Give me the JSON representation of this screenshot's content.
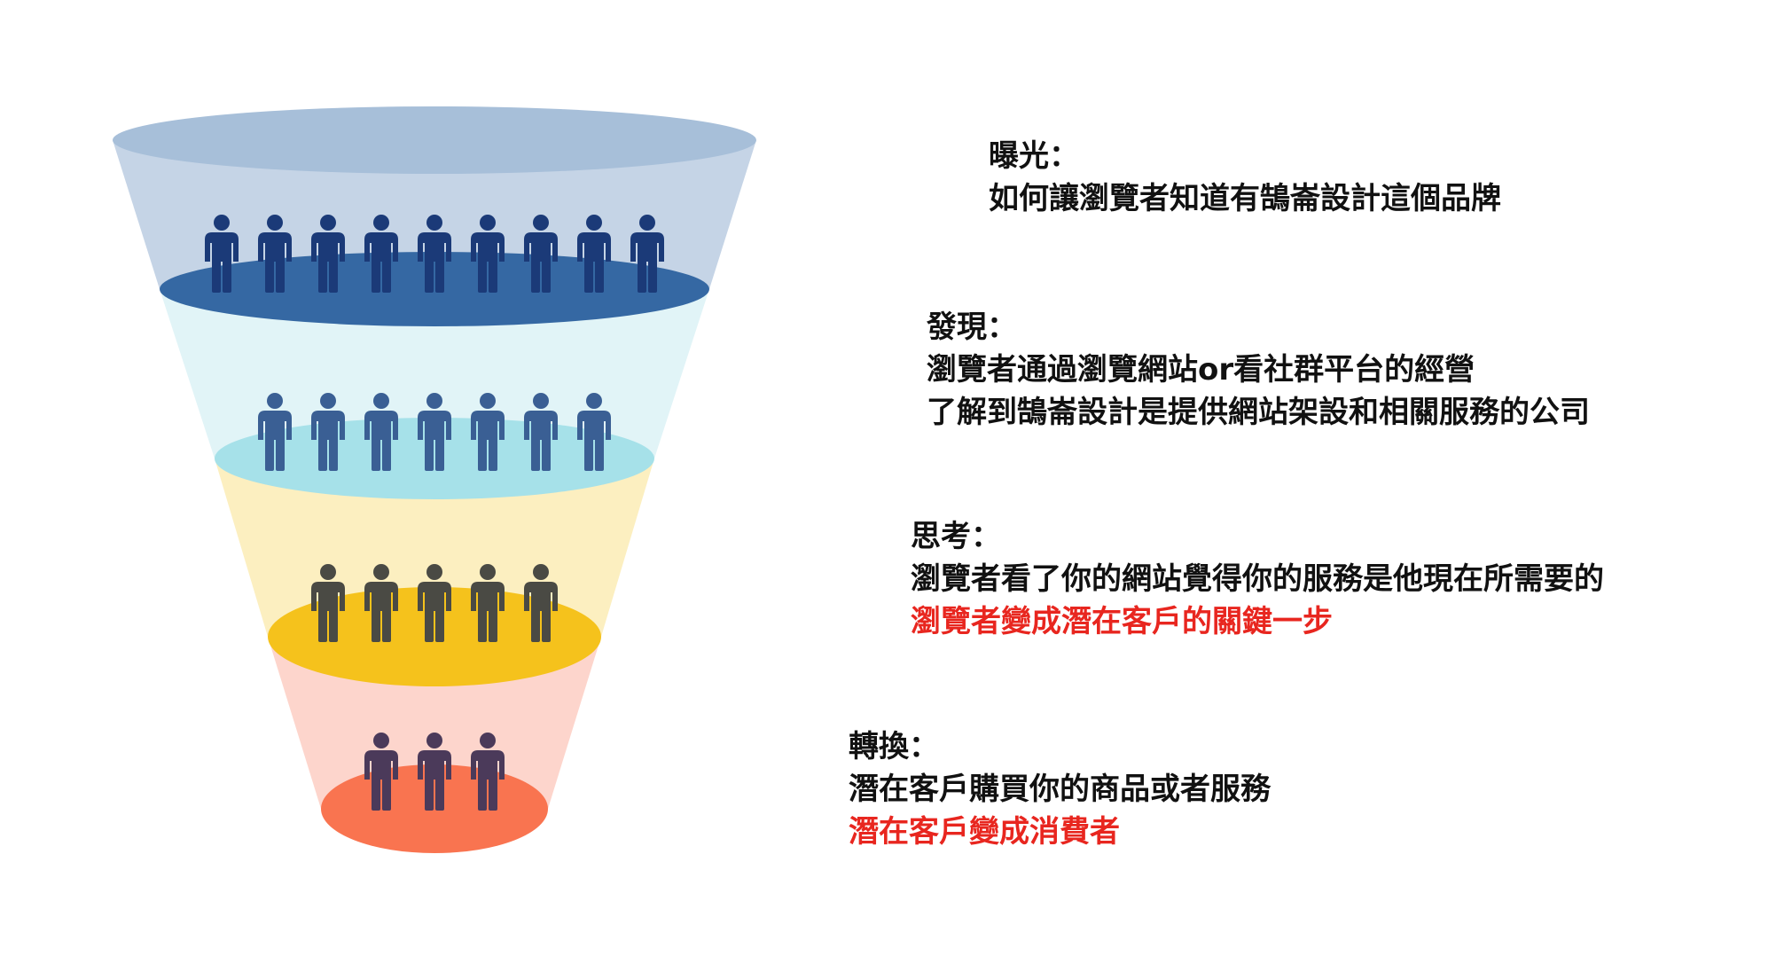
{
  "funnel": {
    "stages": [
      {
        "key": "exposure",
        "people_count": 9,
        "band_color": "#c5d4e6",
        "disc_color": "#3568a3",
        "person_color": "#1b3a78",
        "heading": "曝光：",
        "lines": [
          "如何讓瀏覽者知道有鵠崙設計這個品牌"
        ],
        "highlight_lines": []
      },
      {
        "key": "discovery",
        "people_count": 7,
        "band_color": "#e1f4f7",
        "disc_color": "#a6e1e9",
        "person_color": "#3a5f94",
        "heading": "發現：",
        "lines": [
          "瀏覽者通過瀏覽網站or看社群平台的經營",
          "了解到鵠崙設計是提供網站架設和相關服務的公司"
        ],
        "highlight_lines": []
      },
      {
        "key": "thinking",
        "people_count": 5,
        "band_color": "#fcefc0",
        "disc_color": "#f5c21c",
        "person_color": "#4a4a44",
        "heading": "思考：",
        "lines": [
          "瀏覽者看了你的網站覺得你的服務是他現在所需要的"
        ],
        "highlight_lines": [
          "瀏覽者變成潛在客戶的關鍵一步"
        ]
      },
      {
        "key": "conversion",
        "people_count": 3,
        "band_color": "#fdd5cc",
        "disc_color": "#f97450",
        "person_color": "#4b3a5a",
        "heading": "轉換：",
        "lines": [
          "潛在客戶購買你的商品或者服務"
        ],
        "highlight_lines": [
          "潛在客戶變成消費者"
        ]
      }
    ],
    "top_rim_color": "#a7bfd9",
    "highlight_color": "#e8261f"
  }
}
